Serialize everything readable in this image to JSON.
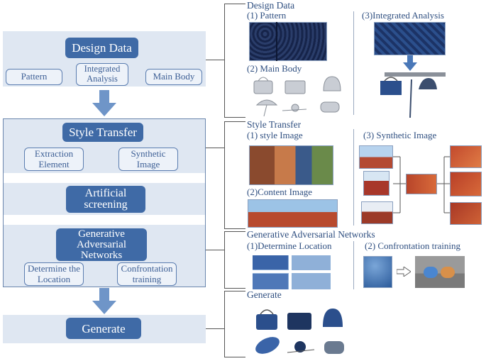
{
  "left": {
    "design": {
      "title": "Design Data",
      "items": [
        "Pattern",
        "Integrated Analysis",
        "Main Body"
      ]
    },
    "style": {
      "title": "Style Transfer",
      "items": [
        "Extraction Element",
        "Synthetic Image"
      ]
    },
    "artificial": {
      "title": "Artificial screening"
    },
    "gan": {
      "title": "Generative Adversarial Networks",
      "items": [
        "Determine the Location",
        "Confrontation training"
      ]
    },
    "generate": {
      "title": "Generate"
    }
  },
  "right": {
    "design_data": {
      "title": "Design Data",
      "pattern": "(1) Pattern",
      "main_body": "(2) Main Body",
      "integrated": "(3)Integrated Analysis"
    },
    "style_transfer": {
      "title": "Style Transfer",
      "style_image": "(1) style Image",
      "content_image": "(2)Content Image",
      "synthetic_image": "(3) Synthetic Image"
    },
    "gan": {
      "title": "Generative Adversarial Networks",
      "determine": "(1)Determine Location",
      "confrontation": "(2) Confrontation training"
    },
    "generate": {
      "title": "Generate"
    }
  },
  "colors": {
    "accent": "#3f6aa6",
    "panel": "#dfe7f2",
    "arrow": "#6f95c8"
  }
}
